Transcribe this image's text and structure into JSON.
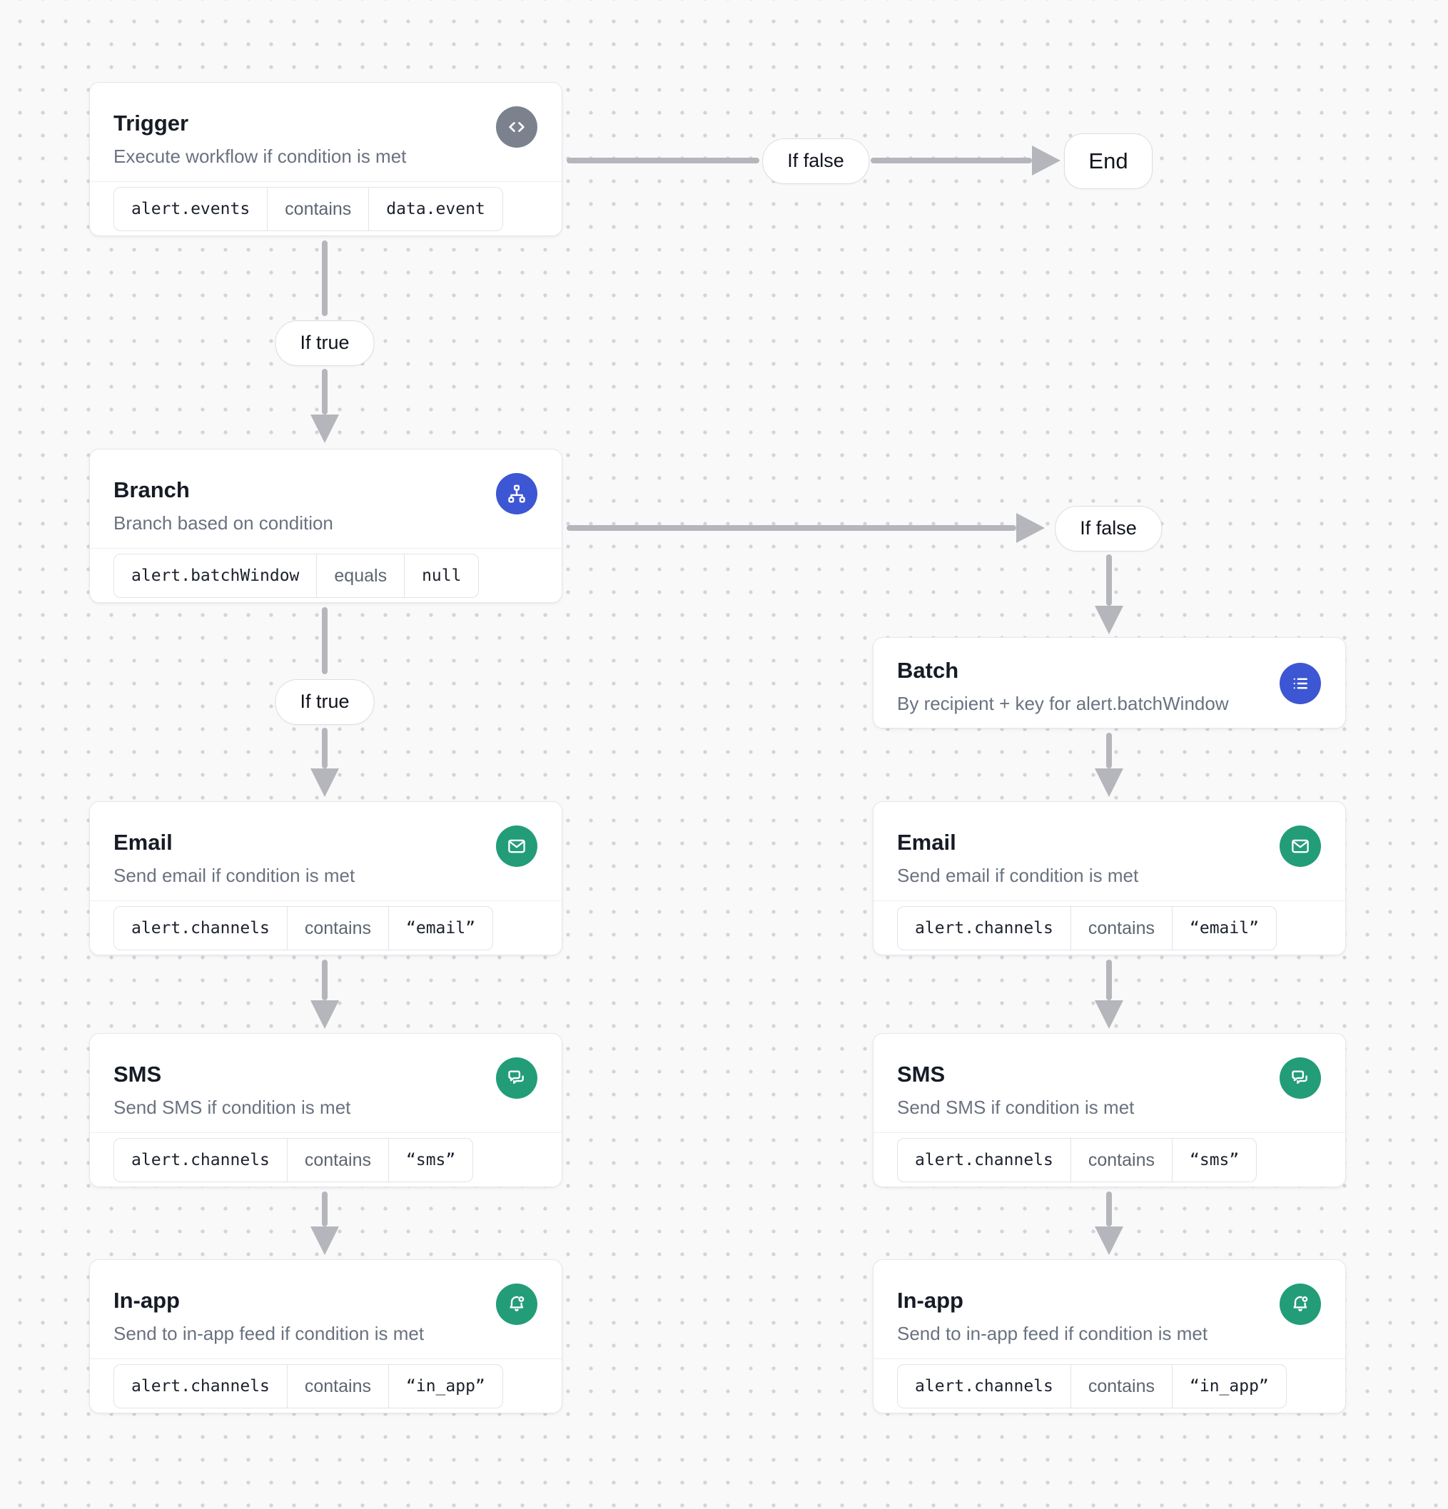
{
  "canvas": {
    "background": "#f9f9fa",
    "dot_grid_color": "#d3d4d9"
  },
  "colors": {
    "edge_gray": "#b4b6bb",
    "icon_gray": "#7b828e",
    "icon_blue": "#3d56d3",
    "icon_green": "#239d77"
  },
  "labels": {
    "if_true": "If true",
    "if_false": "If false",
    "end": "End"
  },
  "nodes": {
    "trigger": {
      "title": "Trigger",
      "subtitle": "Execute workflow if condition is met",
      "icon": "code-icon",
      "condition": {
        "field": "alert.events",
        "operator": "contains",
        "value": "data.event"
      }
    },
    "branch": {
      "title": "Branch",
      "subtitle": "Branch based on condition",
      "icon": "sitemap-icon",
      "condition": {
        "field": "alert.batchWindow",
        "operator": "equals",
        "value": "null"
      }
    },
    "batch": {
      "title": "Batch",
      "subtitle": "By recipient + key for alert.batchWindow",
      "icon": "list-icon"
    },
    "email": {
      "title": "Email",
      "subtitle": "Send email if condition is met",
      "icon": "mail-icon",
      "condition": {
        "field": "alert.channels",
        "operator": "contains",
        "value": "“email”"
      }
    },
    "sms": {
      "title": "SMS",
      "subtitle": "Send SMS if condition is met",
      "icon": "chat-icon",
      "condition": {
        "field": "alert.channels",
        "operator": "contains",
        "value": "“sms”"
      }
    },
    "inapp": {
      "title": "In-app",
      "subtitle": "Send to in-app feed if condition is met",
      "icon": "bell-icon",
      "condition": {
        "field": "alert.channels",
        "operator": "contains",
        "value": "“in_app”"
      }
    }
  }
}
